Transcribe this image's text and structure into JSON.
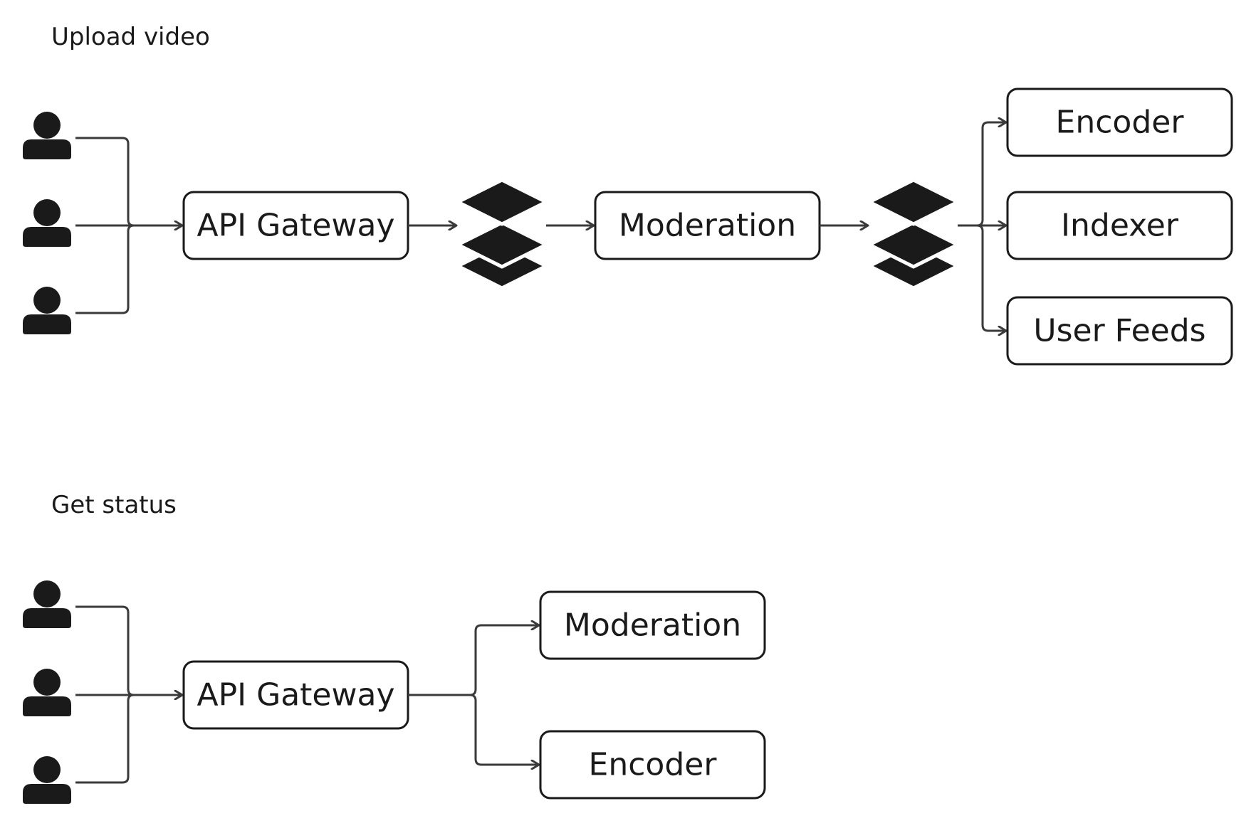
{
  "colors": {
    "ink": "#1a1a1a",
    "edge": "#3a3a3a",
    "background": "#ffffff"
  },
  "icons": {
    "user": "user-icon",
    "queue": "layers-icon"
  },
  "upload": {
    "title": "Upload video",
    "api_gateway": "API Gateway",
    "moderation": "Moderation",
    "encoder": "Encoder",
    "indexer": "Indexer",
    "user_feeds": "User Feeds"
  },
  "status": {
    "title": "Get status",
    "api_gateway": "API Gateway",
    "moderation": "Moderation",
    "encoder": "Encoder"
  }
}
